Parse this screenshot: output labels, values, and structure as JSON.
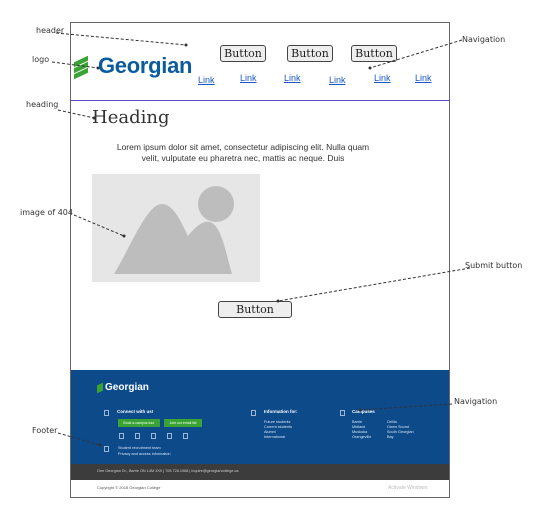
{
  "annotations": {
    "header": "header",
    "logo": "logo",
    "heading": "heading",
    "image": "image of 404",
    "footer": "Footer",
    "navigation_top": "Navigation",
    "submit": "Submit button",
    "navigation_bottom": "Navigation"
  },
  "header": {
    "logo_text": "Georgian",
    "buttons": [
      "Button",
      "Button",
      "Button"
    ],
    "links": [
      "Link",
      "Link",
      "Link",
      "Link",
      "Link",
      "Link"
    ]
  },
  "main": {
    "heading": "Heading",
    "paragraph": "Lorem ipsum dolor sit amet, consectetur adipiscing elit. Nulla quam velit, vulputate eu pharetra nec, mattis ac neque. Duis",
    "submit_label": "Button"
  },
  "footer": {
    "logo_text": "Georgian",
    "connect_title": "Connect with us!",
    "green_buttons": [
      "Book a campus tour",
      "Join our email list"
    ],
    "student_lines": [
      "Student recruitment team",
      "Privacy and access information"
    ],
    "info_title": "Information for:",
    "info_items": [
      "Future students",
      "Current students",
      "Alumni",
      "International"
    ],
    "campuses_title": "Campuses",
    "campus_col1": [
      "Barrie",
      "Midland",
      "Muskoka",
      "Orangeville"
    ],
    "campus_col2": [
      "Orillia",
      "Owen Sound",
      "South Georgian",
      "Bay"
    ],
    "address": "One Georgian Dr., Barrie ON L4M 3X9 | 705.728.1968 | inquire@georgiancollege.ca",
    "copyright": "Copyright © 2018 Georgian College",
    "watermark": "Activate Windows"
  },
  "colors": {
    "brand_blue": "#0d5b9f",
    "brand_green": "#3aa335",
    "footer_blue": "#0d4a8a",
    "nav_rule": "#5b4dc8",
    "link": "#1a55c9"
  }
}
